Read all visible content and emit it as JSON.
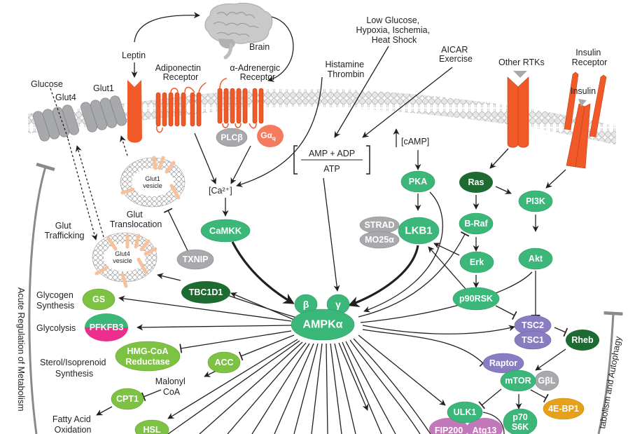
{
  "title": "AMPK Signaling Pathway",
  "colors": {
    "green": "#3bb77a",
    "dark_green": "#1e6b32",
    "lime": "#7dc242",
    "gray": "#a7a9ac",
    "receptor_red": "#f05a28",
    "salmon": "#f47b5e",
    "purple": "#8a7cc0",
    "magenta": "#c178b9",
    "pink": "#ec2f8c",
    "gold": "#e6a118",
    "vesicle_protein": "#f6c19b"
  },
  "labels": {
    "brain": "Brain",
    "leptin": "Leptin",
    "adiponectin_receptor": [
      "Adiponectin",
      "Receptor"
    ],
    "alpha_adrenergic_receptor": [
      "α-Adrenergic",
      "Receptor"
    ],
    "glucose": "Glucose",
    "glut4": "Glut4",
    "glut1": "Glut1",
    "histamine_thrombin": [
      "Histamine",
      "Thrombin"
    ],
    "low_glucose": [
      "Low Glucose,",
      "Hypoxia, Ischemia,",
      "Heat Shock"
    ],
    "aicar_exercise": [
      "AICAR",
      "Exercise"
    ],
    "other_rtks": "Other RTKs",
    "insulin_receptor": [
      "Insulin",
      "Receptor"
    ],
    "insulin": "Insulin",
    "camp": "[cAMP]",
    "camp_arrow": "↑",
    "calcium": "[Ca²⁺]",
    "amp_numerator": "AMP + ADP",
    "amp_denominator": "ATP",
    "glut1_vesicle": [
      "Glut1",
      "vesicle"
    ],
    "glut4_vesicle": [
      "Glut4",
      "vesicle"
    ],
    "glut_translocation": [
      "Glut",
      "Translocation"
    ],
    "glut_trafficking": [
      "Glut",
      "Trafficking"
    ],
    "glycogen_synthesis": [
      "Glycogen",
      "Synthesis"
    ],
    "glycolysis": "Glycolysis",
    "sterol_synthesis": [
      "Sterol/Isoprenoid",
      "Synthesis"
    ],
    "malonyl_coa": [
      "Malonyl",
      "CoA"
    ],
    "fatty_acid_oxidation": [
      "Fatty Acid",
      "Oxidation"
    ],
    "acute_regulation": "Acute Regulation of Metabolism",
    "catabolism_autophagy": "tabolism and Autophagy"
  },
  "nodes": {
    "plcb": "PLCβ",
    "gaq": "Gα",
    "gaq_sub": "q",
    "camkk": "CaMKK",
    "txnip": "TXNIP",
    "tbc1d1": "TBC1D1",
    "gs": "GS",
    "pfkfb3": "PFKFB3",
    "hmgcoa": [
      "HMG-CoA",
      "Reductase"
    ],
    "acc": "ACC",
    "cpt1": "CPT1",
    "hsl": "HSL",
    "beta": "β",
    "gamma": "γ",
    "ampk": "AMPKα",
    "pka": "PKA",
    "lkb1": "LKB1",
    "strad": "STRAD",
    "mo25": "MO25α",
    "ras": "Ras",
    "braf": "B-Raf",
    "erk": "Erk",
    "p90rsk": "p90RSK",
    "pi3k": "PI3K",
    "akt": "Akt",
    "tsc2": "TSC2",
    "tsc1": "TSC1",
    "rheb": "Rheb",
    "raptor": "Raptor",
    "mtor": "mTOR",
    "gbl": "GβL",
    "ulk1": "ULK1",
    "p70s6k": [
      "p70",
      "S6K"
    ],
    "ebp1": "4E-BP1",
    "fip200": "FIP200",
    "atg13": "Atg13"
  }
}
